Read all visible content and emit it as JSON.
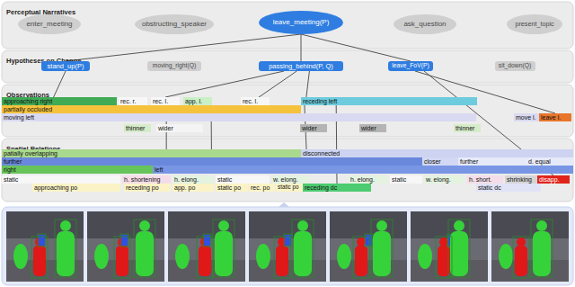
{
  "diagram": {
    "nodes": [
      {
        "text": [
          "Perceptual Narratives"
        ]
      },
      {
        "text": [
          "enter_meeting"
        ],
        "in": 0
      },
      {
        "text": [
          "obstructing_speaker"
        ],
        "in": 0
      },
      {
        "text": [
          "leave_meeting(P)"
        ],
        "in": 0
      },
      {
        "text": [
          "ask_question"
        ],
        "in": 0
      },
      {
        "text": [
          "present_topic"
        ],
        "in": 0
      },
      {
        "text": [
          "Hypotheses on Change"
        ]
      },
      {
        "text": [
          "stand_up(P)"
        ],
        "in": 6
      },
      {
        "text": [
          "moving_right(Q)"
        ],
        "in": 6
      },
      {
        "text": [
          "passing_behind(P, Q)"
        ],
        "in": 6
      },
      {
        "text": [
          "leave_FoV(P)"
        ],
        "in": 6
      },
      {
        "text": [
          "sit_down(Q)"
        ],
        "in": 6
      },
      {
        "text": [
          "Observations"
        ]
      },
      {
        "text": [
          "approaching right"
        ],
        "in": 12
      },
      {
        "text": [
          "rec. r."
        ],
        "in": 12
      },
      {
        "text": [
          "rec. l."
        ],
        "in": 12
      },
      {
        "text": [
          "app. l."
        ],
        "in": 12
      },
      {
        "text": [
          "rec. l."
        ],
        "in": 12
      },
      {
        "text": [
          "receding left"
        ],
        "in": 12
      },
      {
        "text": [
          "partially occluded"
        ],
        "in": 12
      },
      {
        "text": [
          "moving left"
        ],
        "in": 12
      },
      {
        "text": [
          "move l."
        ],
        "in": 12
      },
      {
        "text": [
          "leave l."
        ],
        "in": 12
      },
      {
        "text": [
          "thinner"
        ],
        "in": 12
      },
      {
        "text": [
          "wider"
        ],
        "in": 12
      },
      {
        "text": [
          "wider"
        ],
        "in": 12
      },
      {
        "text": [
          "wider"
        ],
        "in": 12
      },
      {
        "text": [
          "thinner"
        ],
        "in": 12
      },
      {
        "text": [
          "Spatial Relations"
        ]
      },
      {
        "text": [
          "patially overlapping"
        ],
        "in": 28
      },
      {
        "text": [
          "disconnected"
        ],
        "in": 28
      },
      {
        "text": [
          "further"
        ],
        "in": 28
      },
      {
        "text": [
          "closer"
        ],
        "in": 28
      },
      {
        "text": [
          "further"
        ],
        "in": 28
      },
      {
        "text": [
          "d. equal"
        ],
        "in": 28
      },
      {
        "text": [
          "right"
        ],
        "in": 28
      },
      {
        "text": [
          "left"
        ],
        "in": 28
      },
      {
        "text": [
          "static"
        ],
        "in": 28
      },
      {
        "text": [
          "h. shortening"
        ],
        "in": 28
      },
      {
        "text": [
          "h. elong."
        ],
        "in": 28
      },
      {
        "text": [
          "static"
        ],
        "in": 28
      },
      {
        "text": [
          "w. elong."
        ],
        "in": 28
      },
      {
        "text": [
          "h. elong."
        ],
        "in": 28
      },
      {
        "text": [
          "static"
        ],
        "in": 28
      },
      {
        "text": [
          "w. elong."
        ],
        "in": 28
      },
      {
        "text": [
          "h. short."
        ],
        "in": 28
      },
      {
        "text": [
          "shrinking"
        ],
        "in": 28
      },
      {
        "text": [
          "disapp."
        ],
        "in": 28
      },
      {
        "text": [
          "approaching po"
        ],
        "in": 28
      },
      {
        "text": [
          "receding po"
        ],
        "in": 28
      },
      {
        "text": [
          "app. po"
        ],
        "in": 28
      },
      {
        "text": [
          "static po"
        ],
        "in": 28
      },
      {
        "text": [
          "rec. po"
        ],
        "in": 28
      },
      {
        "text": [
          "static po"
        ],
        "in": 28
      },
      {
        "text": [
          "receding dc"
        ],
        "in": 28
      },
      {
        "text": [
          "static dc"
        ],
        "in": 28
      }
    ],
    "edges": [
      {
        "from": 3,
        "to": 7,
        "arrow": "none"
      },
      {
        "from": 3,
        "to": 9,
        "arrow": "none"
      },
      {
        "from": 3,
        "to": 10,
        "arrow": "none"
      },
      {
        "from": 7,
        "to": 13,
        "arrow": "none"
      },
      {
        "from": 9,
        "to": 15,
        "arrow": "none"
      },
      {
        "from": 9,
        "to": 19,
        "arrow": "none"
      },
      {
        "from": 9,
        "to": 18,
        "arrow": "none"
      },
      {
        "from": 10,
        "to": 22,
        "arrow": "none"
      },
      {
        "from": 19,
        "to": 29,
        "arrow": "none"
      },
      {
        "from": 19,
        "to": 36,
        "arrow": "none"
      },
      {
        "from": 18,
        "to": 30,
        "arrow": "none"
      },
      {
        "from": 18,
        "to": 54,
        "arrow": "none"
      },
      {
        "from": 10,
        "to": 47,
        "arrow": "none"
      }
    ]
  }
}
